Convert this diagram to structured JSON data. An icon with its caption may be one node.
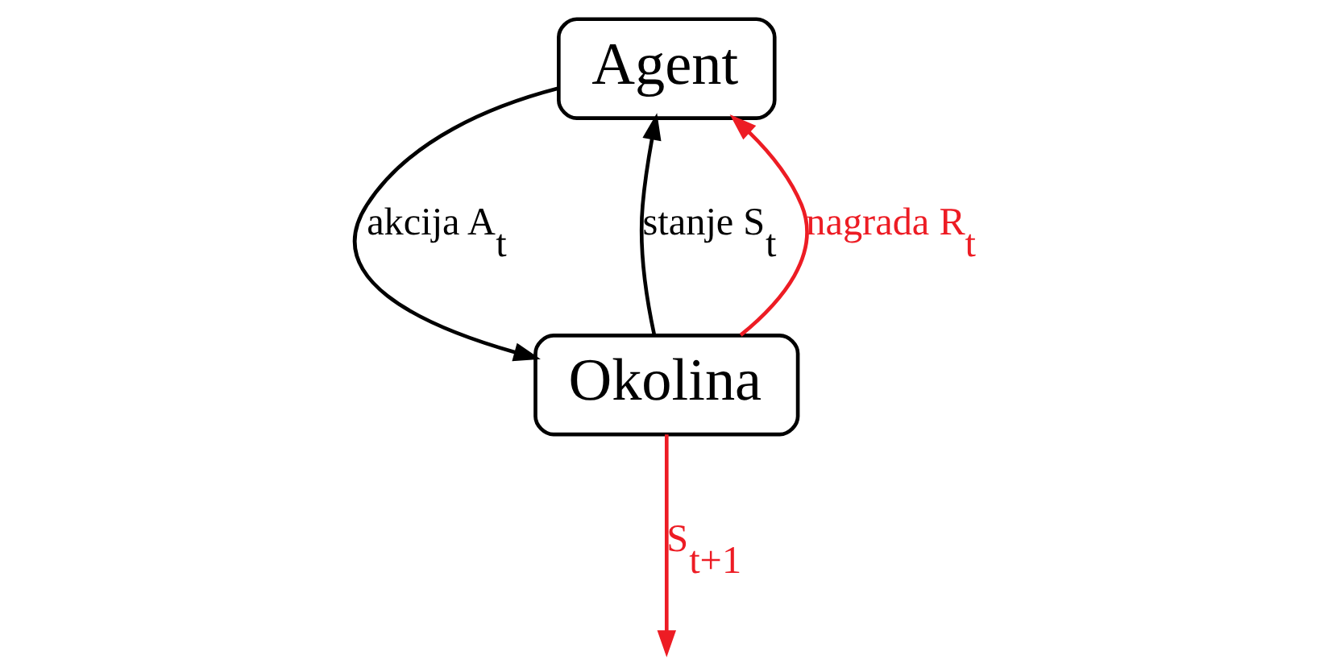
{
  "diagram": {
    "nodes": [
      {
        "text": [
          "Agent"
        ]
      },
      {
        "text": [
          "Okolina"
        ]
      }
    ],
    "edges": [
      {
        "from": 0,
        "to": 1,
        "arrow": "to",
        "label": "akcija A$_{t}$"
      },
      {
        "from": 1,
        "to": 0,
        "arrow": "to",
        "label": "stanje S$_{t}$"
      },
      {
        "from": 1,
        "to": 0,
        "arrow": "to",
        "label": "nagrada R$_{t}$",
        "color": "#ed1c24"
      },
      {
        "from": 1,
        "to": null,
        "arrow": "to",
        "label": "S$_{t+1}$",
        "color": "#ed1c24"
      }
    ]
  }
}
